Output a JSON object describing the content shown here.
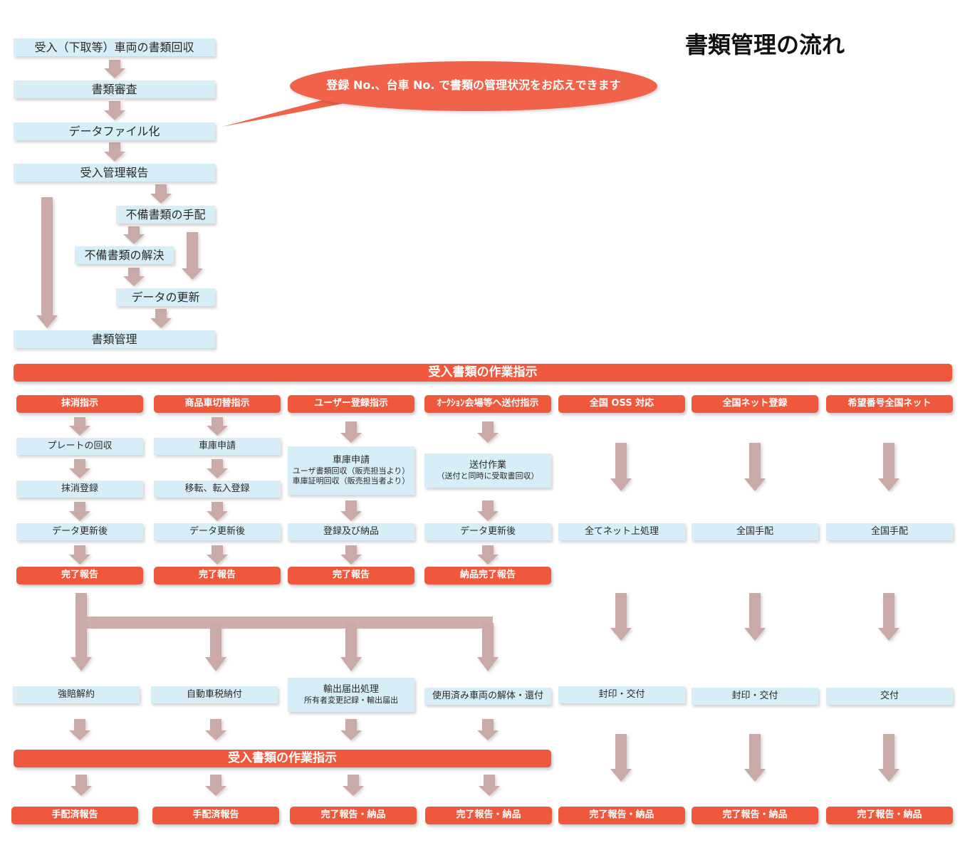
{
  "title": "書類管理の流れ",
  "callout": "登録 No.、台車 No. で書類の管理状況をお応えできます",
  "top_flow": {
    "step1": "受入（下取等）車両の書類回収",
    "step2": "書類審査",
    "step3": "データファイル化",
    "step4": "受入管理報告",
    "step5": "不備書類の手配",
    "step6": "不備書類の解決",
    "step7": "データの更新",
    "step8": "書類管理"
  },
  "banner1": "受入書類の作業指示",
  "banner2": "受入書類の作業指示",
  "columns": [
    {
      "header": "抹消指示",
      "steps": [
        "プレートの回収",
        "抹消登録",
        "データ更新後"
      ],
      "report": "完了報告",
      "stage2": "強賠解約",
      "final": "手配済報告"
    },
    {
      "header": "商品車切替指示",
      "steps": [
        "車庫申請",
        "移転、転入登録",
        "データ更新後"
      ],
      "report": "完了報告",
      "stage2": "自動車税納付",
      "final": "手配済報告"
    },
    {
      "header": "ユーザー登録指示",
      "multi_title": "車庫申請",
      "multi_sub1": "ユーザ書類回収（販売担当より）",
      "multi_sub2": "車庫証明回収（販売担当者より）",
      "step_after": "登録及び納品",
      "report": "完了報告",
      "stage2_title": "輸出届出処理",
      "stage2_sub": "所有者変更記録・輸出届出",
      "final": "完了報告・納品"
    },
    {
      "header": "ｵｰｸｼｮﾝ会場等へ送付指示",
      "multi_title": "送付作業",
      "multi_sub1": "（送付と同時に受取書回収）",
      "step_after": "データ更新後",
      "report": "納品完了報告",
      "stage2": "使用済み車両の解体・還付",
      "final": "完了報告・納品"
    },
    {
      "header": "全国 OSS 対応",
      "step": "全てネット上処理",
      "stage2": "封印・交付",
      "final": "完了報告・納品"
    },
    {
      "header": "全国ネット登録",
      "step": "全国手配",
      "stage2": "封印・交付",
      "final": "完了報告・納品"
    },
    {
      "header": "希望番号全国ネット",
      "step": "全国手配",
      "stage2": "交付",
      "final": "完了報告・納品"
    }
  ],
  "colors": {
    "orange": "#f0583e",
    "light_blue": "#d7eef8",
    "arrow": "#c9aaa6"
  }
}
